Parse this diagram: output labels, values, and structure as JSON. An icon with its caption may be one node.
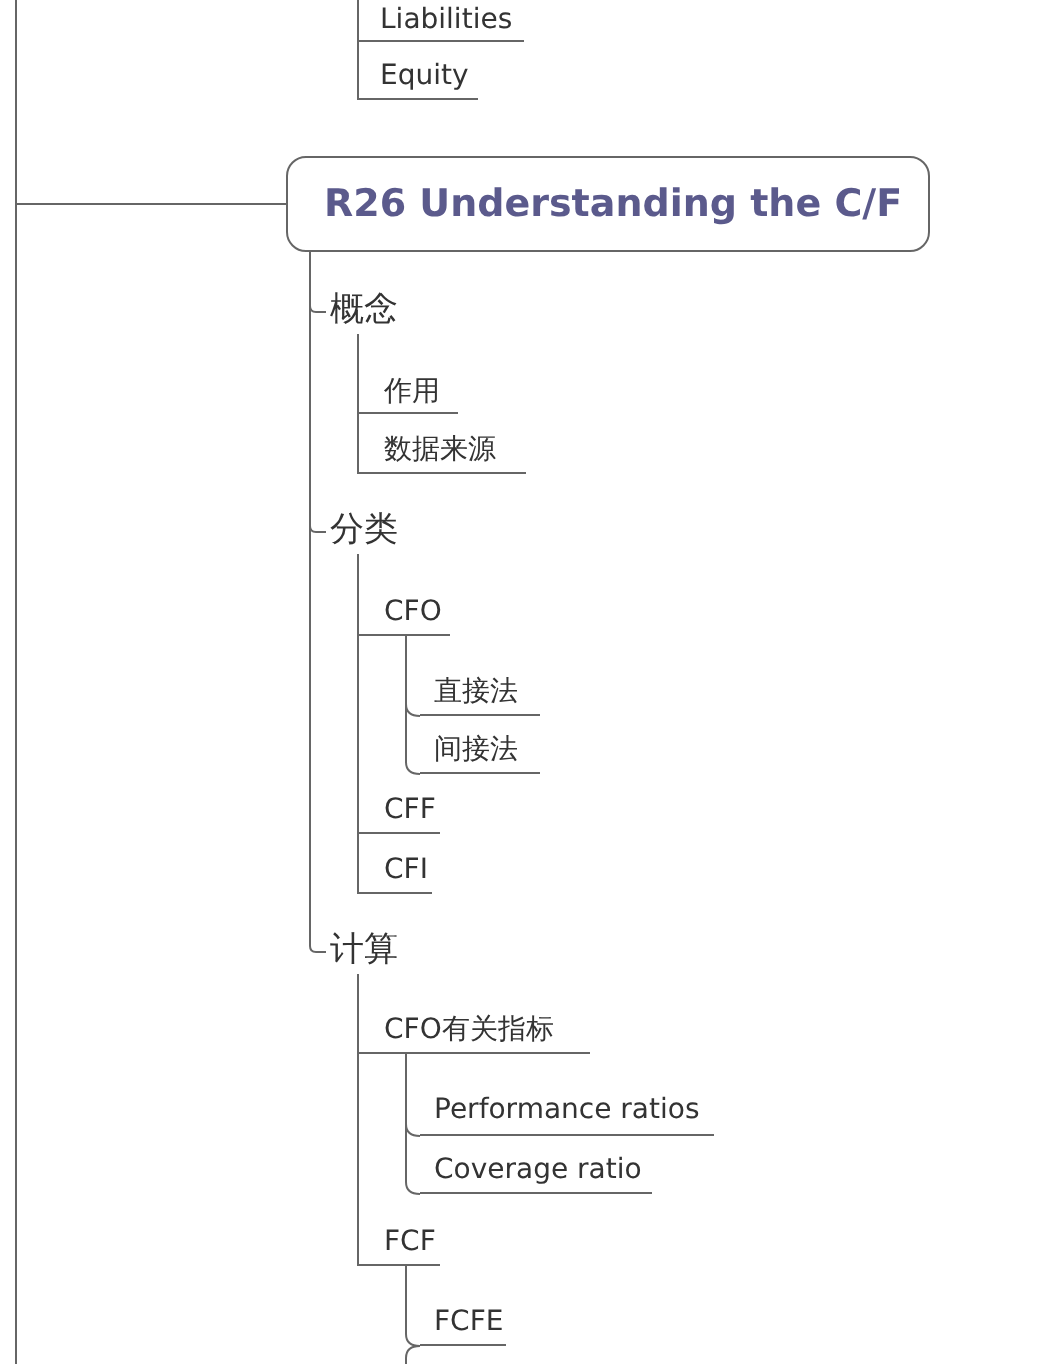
{
  "diagram": {
    "nodes": [
      {
        "text": [
          "Liabilities"
        ]
      },
      {
        "text": [
          "Equity"
        ]
      },
      {
        "text": [
          "R26 Understanding the C/F"
        ]
      },
      {
        "text": [
          "概念"
        ]
      },
      {
        "text": [
          "作用"
        ]
      },
      {
        "text": [
          "数据来源"
        ]
      },
      {
        "text": [
          "分类"
        ]
      },
      {
        "text": [
          "CFO"
        ]
      },
      {
        "text": [
          "直接法"
        ]
      },
      {
        "text": [
          "间接法"
        ]
      },
      {
        "text": [
          "CFF"
        ]
      },
      {
        "text": [
          "CFI"
        ]
      },
      {
        "text": [
          "计算"
        ]
      },
      {
        "text": [
          "CFO有关指标"
        ]
      },
      {
        "text": [
          "Performance ratios"
        ]
      },
      {
        "text": [
          "Coverage ratio"
        ]
      },
      {
        "text": [
          "FCF"
        ]
      },
      {
        "text": [
          "FCFE"
        ]
      }
    ],
    "edges": [
      {
        "from": null,
        "to": 0,
        "arrow": "none"
      },
      {
        "from": 0,
        "to": 1,
        "arrow": "none"
      },
      {
        "from": null,
        "to": 2,
        "arrow": "none"
      },
      {
        "from": 2,
        "to": 3,
        "arrow": "none"
      },
      {
        "from": 2,
        "to": 6,
        "arrow": "none"
      },
      {
        "from": 2,
        "to": 12,
        "arrow": "none"
      },
      {
        "from": 3,
        "to": 4,
        "arrow": "none"
      },
      {
        "from": 3,
        "to": 5,
        "arrow": "none"
      },
      {
        "from": 6,
        "to": 7,
        "arrow": "none"
      },
      {
        "from": 6,
        "to": 10,
        "arrow": "none"
      },
      {
        "from": 6,
        "to": 11,
        "arrow": "none"
      },
      {
        "from": 7,
        "to": 8,
        "arrow": "none"
      },
      {
        "from": 7,
        "to": 9,
        "arrow": "none"
      },
      {
        "from": 12,
        "to": 13,
        "arrow": "none"
      },
      {
        "from": 12,
        "to": 16,
        "arrow": "none"
      },
      {
        "from": 13,
        "to": 14,
        "arrow": "none"
      },
      {
        "from": 13,
        "to": 15,
        "arrow": "none"
      },
      {
        "from": 16,
        "to": 17,
        "arrow": "none"
      },
      {
        "from": 17,
        "to": null,
        "arrow": "none"
      }
    ]
  }
}
